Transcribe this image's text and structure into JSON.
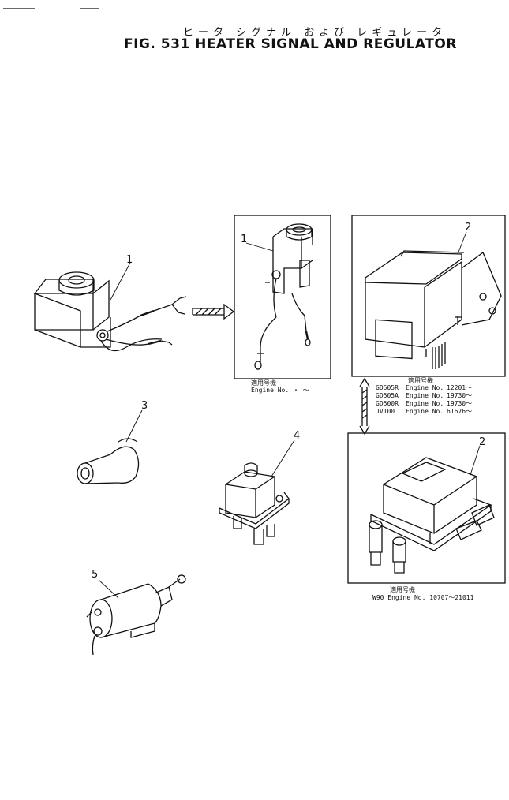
{
  "title_jp": "ヒータ シグナル および レギュレータ",
  "title_en": "FIG. 531 HEATER SIGNAL AND REGULATOR",
  "callouts": {
    "p1_main": "1",
    "p1_box": "1",
    "p2_top": "2",
    "p2_bottom": "2",
    "p3": "3",
    "p4": "4",
    "p5": "5"
  },
  "box1_note": {
    "heading": "適用号機",
    "text": "Engine No.  ・  ～"
  },
  "box2_note": {
    "heading": "適用号機",
    "rows": [
      {
        "model": "GD505R",
        "label": "Engine No.",
        "value": "12201～"
      },
      {
        "model": "GD505A",
        "label": "Engine No.",
        "value": "19730～"
      },
      {
        "model": "GD500R",
        "label": "Engine No.",
        "value": "19730～"
      },
      {
        "model": "JV100",
        "label": "Engine No.",
        "value": "61676～"
      }
    ]
  },
  "box3_note": {
    "heading": "適用号機",
    "text": "W90 Engine No. 10707～21011"
  }
}
